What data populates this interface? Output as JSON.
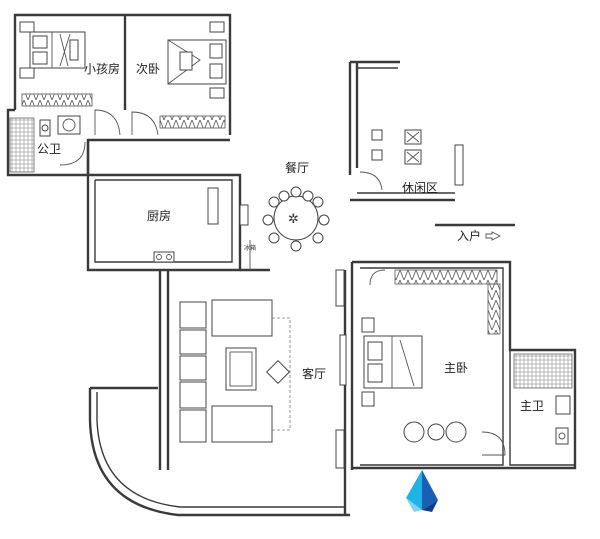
{
  "rooms": {
    "kids_room": "小孩房",
    "second_bedroom": "次卧",
    "public_bath": "公卫",
    "dining": "餐厅",
    "leisure": "休闲区",
    "kitchen": "厨房",
    "entrance": "入户",
    "living": "客厅",
    "master_bedroom": "主卧",
    "master_bath": "主卫"
  },
  "small_note": "冰箱",
  "logo": {
    "name": "brand-logo-icon",
    "colors": [
      "#1fb3e6",
      "#1a5fb4",
      "#7fd3f2"
    ]
  }
}
